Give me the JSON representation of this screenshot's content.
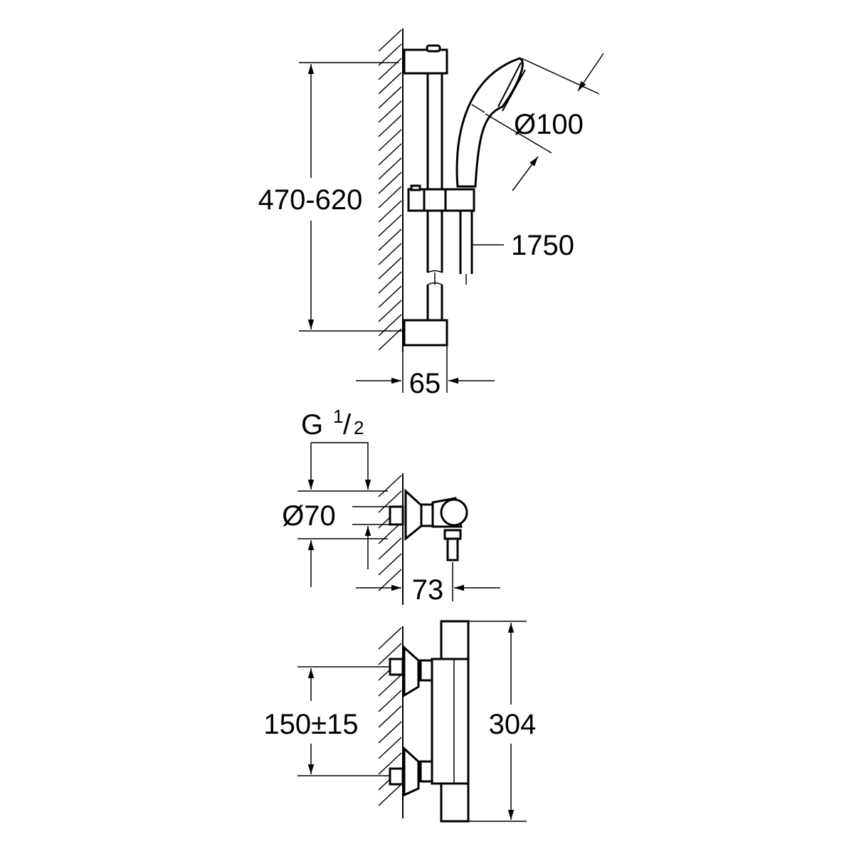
{
  "diagram": {
    "colors": {
      "line": "#000000",
      "background": "#ffffff"
    },
    "top_view": {
      "rail_height_label": "470-620",
      "handshower_diameter_label": "Ø100",
      "hose_length_label": "1750",
      "rail_depth_label": "65"
    },
    "middle_view": {
      "thread_label_main": "G",
      "thread_label_num": "1",
      "thread_label_slash": "/",
      "thread_label_den": "2",
      "rosette_diameter_label": "Ø70",
      "projection_label": "73"
    },
    "bottom_view": {
      "inlet_spacing_label": "150±15",
      "body_height_label": "304"
    }
  }
}
